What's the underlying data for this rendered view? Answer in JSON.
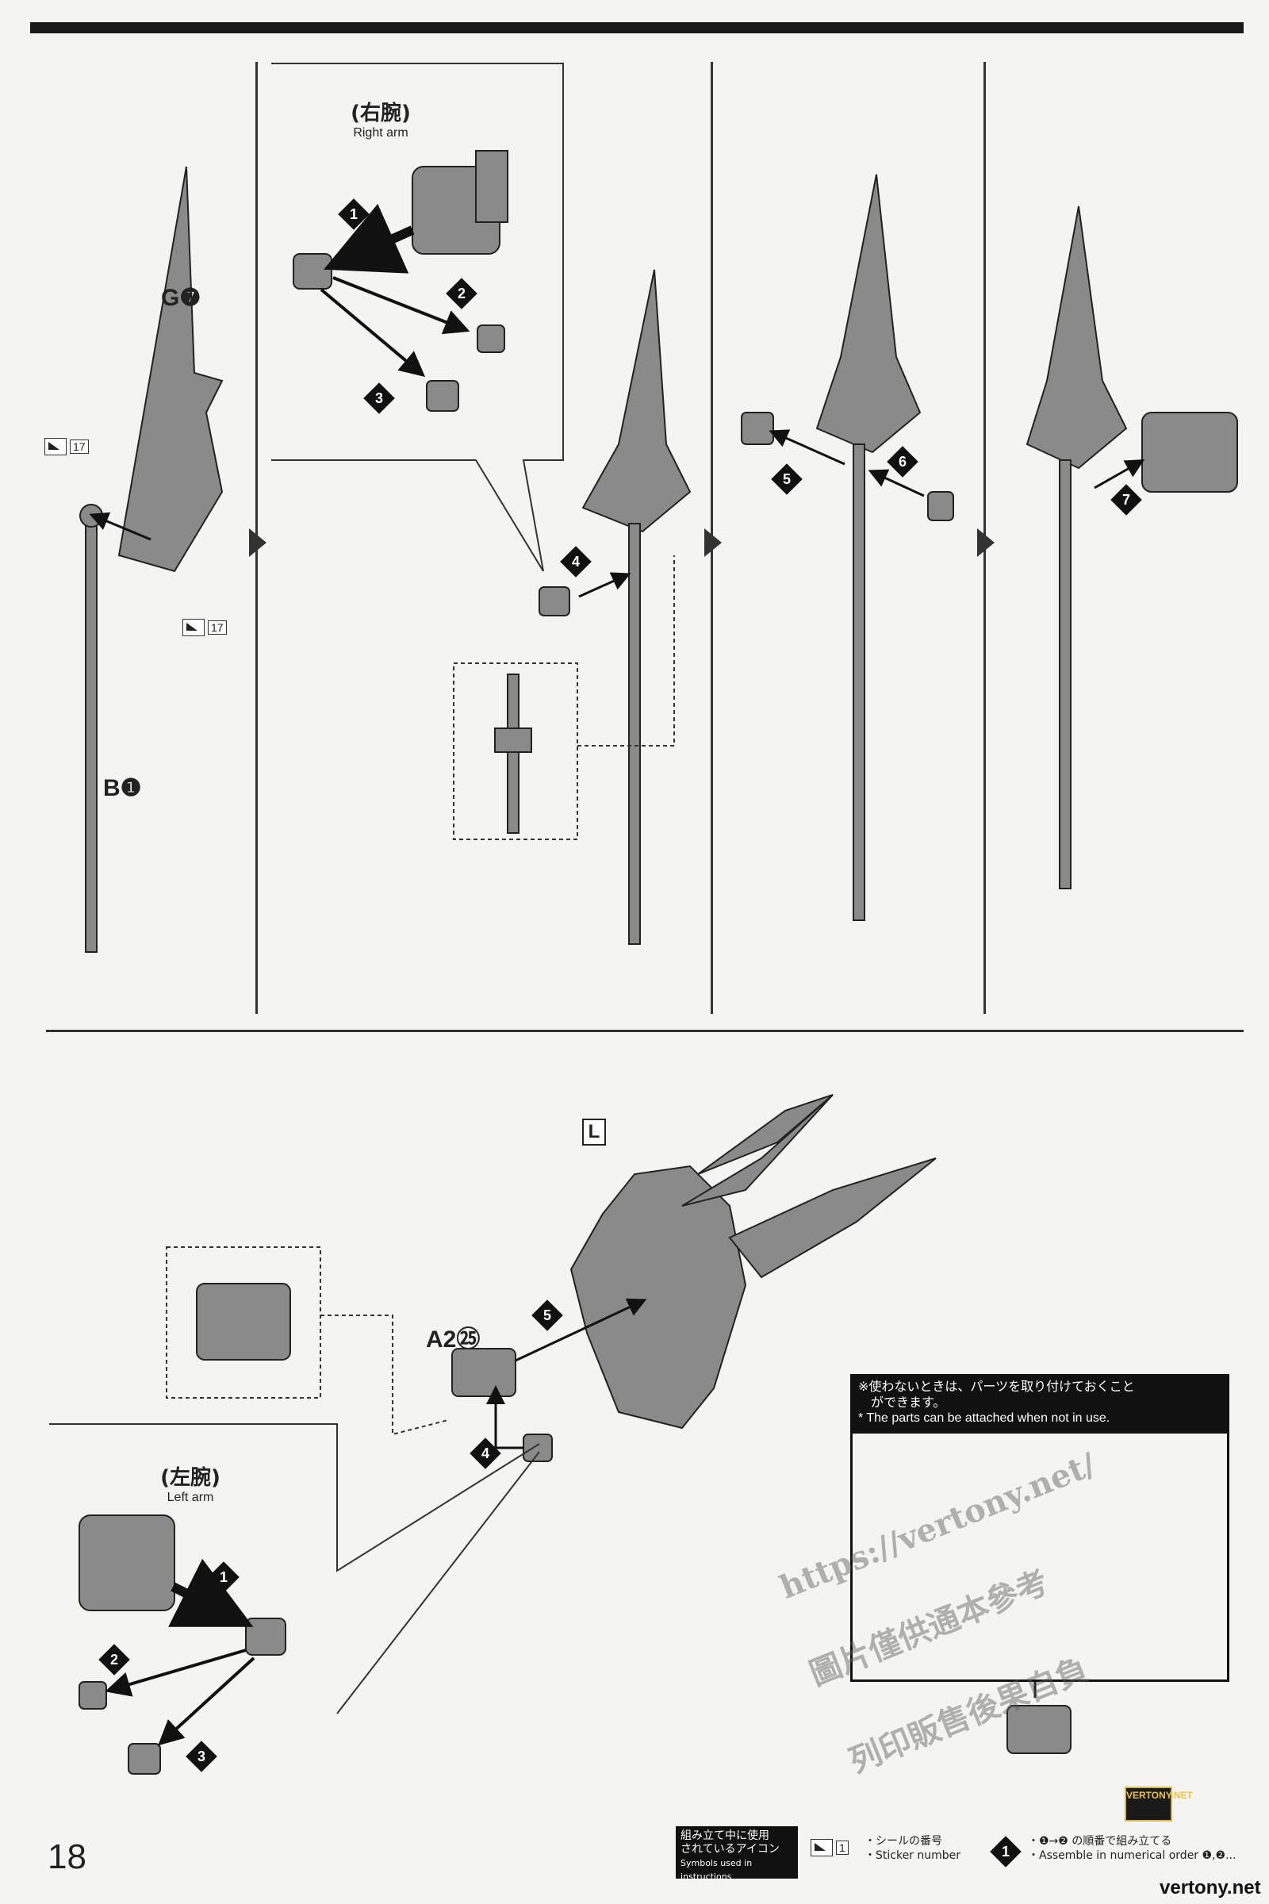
{
  "page": {
    "number": "18"
  },
  "top_section": {
    "parts": {
      "top_part": "G❼",
      "pole_part": "B❶"
    },
    "stickers": [
      "17",
      "17"
    ],
    "right_arm": {
      "jp": "(右腕)",
      "en": "Right arm"
    },
    "steps": [
      "1",
      "2",
      "3",
      "4",
      "5",
      "6",
      "7"
    ]
  },
  "bottom_section": {
    "parts": {
      "wing_part": "L",
      "joint_part": "A2㉕"
    },
    "left_arm": {
      "jp": "(左腕)",
      "en": "Left arm"
    },
    "steps": [
      "1",
      "2",
      "3",
      "4",
      "5"
    ],
    "note": {
      "jp_line1": "※使わないときは、パーツを取り付けておくこと",
      "jp_line2": "ができます。",
      "en": "* The parts can be attached when not in use."
    }
  },
  "legend": {
    "title_jp1": "組み立て中に使用",
    "title_jp2": "されているアイコン",
    "title_en": "Symbols used in instructions",
    "sticker_num": "1",
    "sticker_jp": "・シールの番号",
    "sticker_en": "・Sticker number",
    "order_num": "1",
    "order_jp": "・❶→❷ の順番で組み立てる",
    "order_en": "・Assemble in numerical order ❶,❷..."
  },
  "watermark": {
    "url": "https://vertony.net/",
    "line2": "圖片僅供通本參考",
    "line3": "列印販售後果自負",
    "badge": "VERTONY.NET",
    "site": "vertony.net"
  }
}
